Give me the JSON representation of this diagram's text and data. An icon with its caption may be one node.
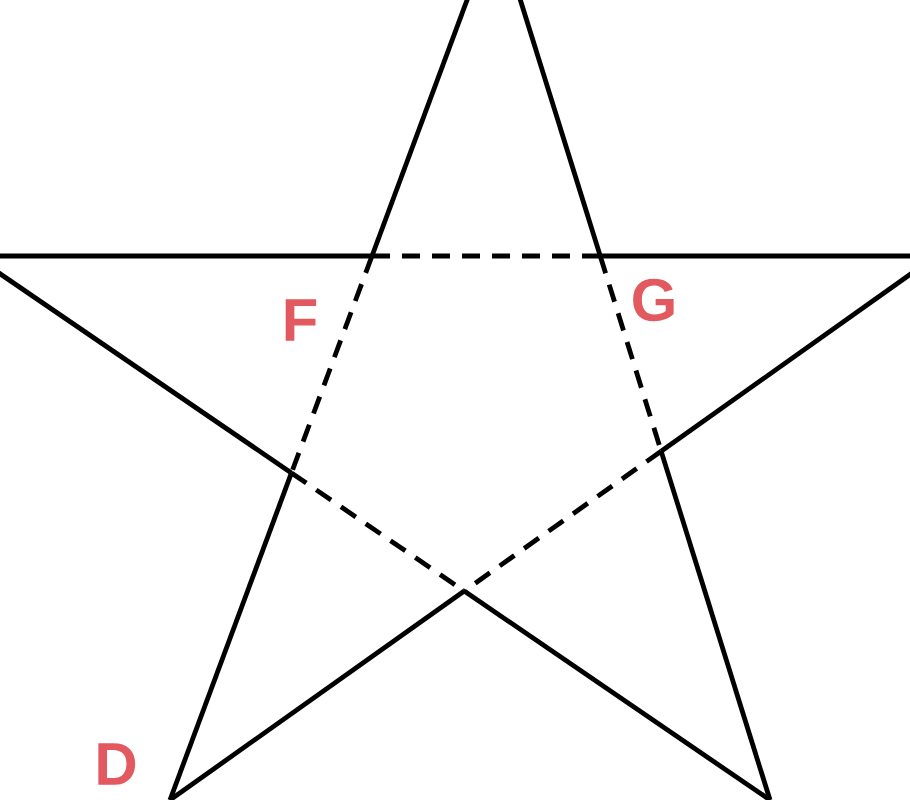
{
  "diagram": {
    "labels": [
      "F",
      "G",
      "D"
    ]
  }
}
